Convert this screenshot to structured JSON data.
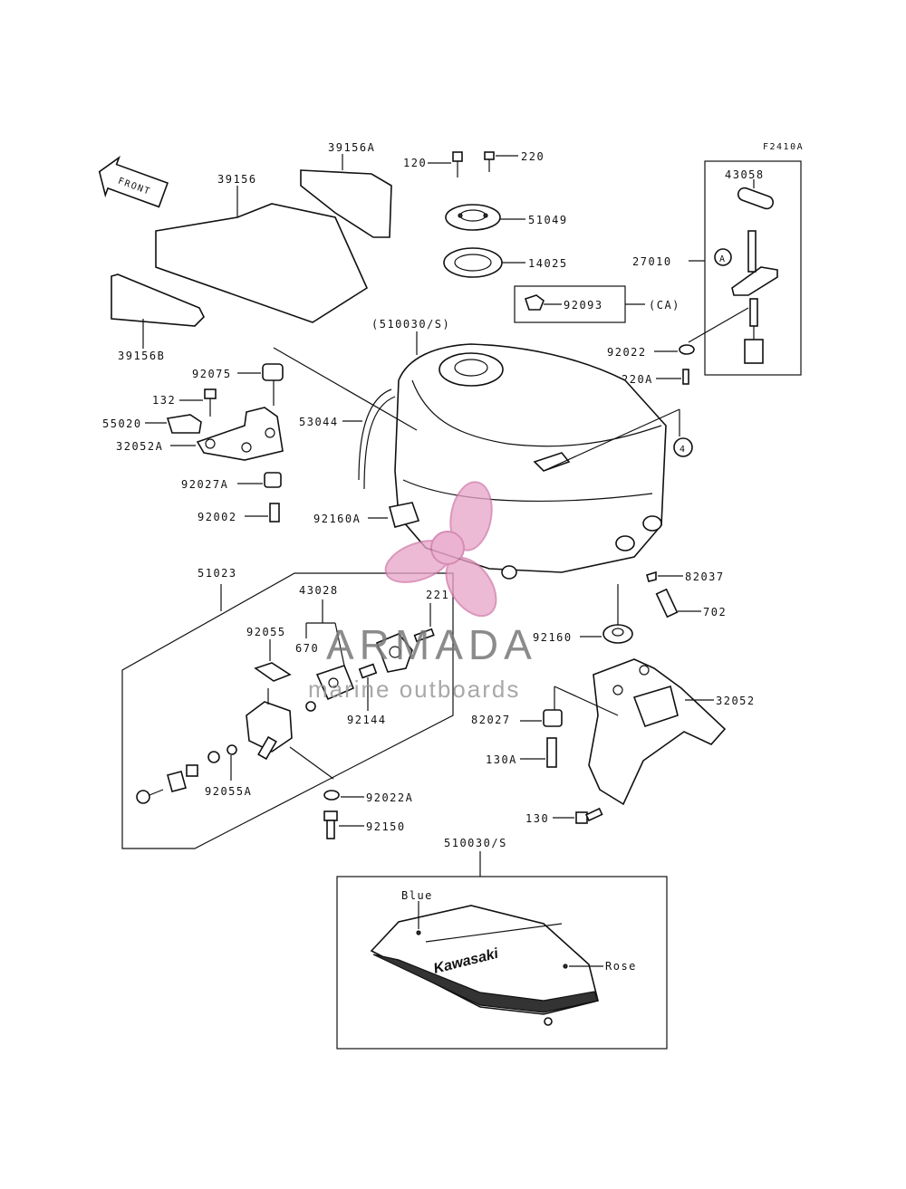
{
  "diagram_id": "F2410A",
  "front_label": "FRONT",
  "labels": {
    "l39156A": "39156A",
    "l39156": "39156",
    "l39156B": "39156B",
    "l120": "120",
    "l220": "220",
    "l51049": "51049",
    "l14025": "14025",
    "l92093": "92093",
    "lCA": "(CA)",
    "l43058": "43058",
    "l27010": "27010",
    "lA": "A",
    "l92022": "92022",
    "l220A": "220A",
    "l510030S_top": "(510030/S)",
    "l92075": "92075",
    "l132": "132",
    "l55020": "55020",
    "l32052A": "32052A",
    "l53044": "53044",
    "l4": "4",
    "l92027A": "92027A",
    "l92002": "92002",
    "l92160A": "92160A",
    "l51023": "51023",
    "l43028": "43028",
    "l221": "221",
    "l82037": "82037",
    "l702": "702",
    "l92055": "92055",
    "l670": "670",
    "l92160": "92160",
    "l92144": "92144",
    "l32052": "32052",
    "l82027": "82027",
    "l130A": "130A",
    "l92055A": "92055A",
    "l92022A": "92022A",
    "l92150": "92150",
    "l130": "130",
    "l510030S_bot": "510030/S",
    "lBlue": "Blue",
    "lRose": "Rose",
    "lKawasaki": "Kawasaki"
  },
  "watermark": {
    "brand": "ARMADA",
    "tagline": "marine outboards"
  }
}
